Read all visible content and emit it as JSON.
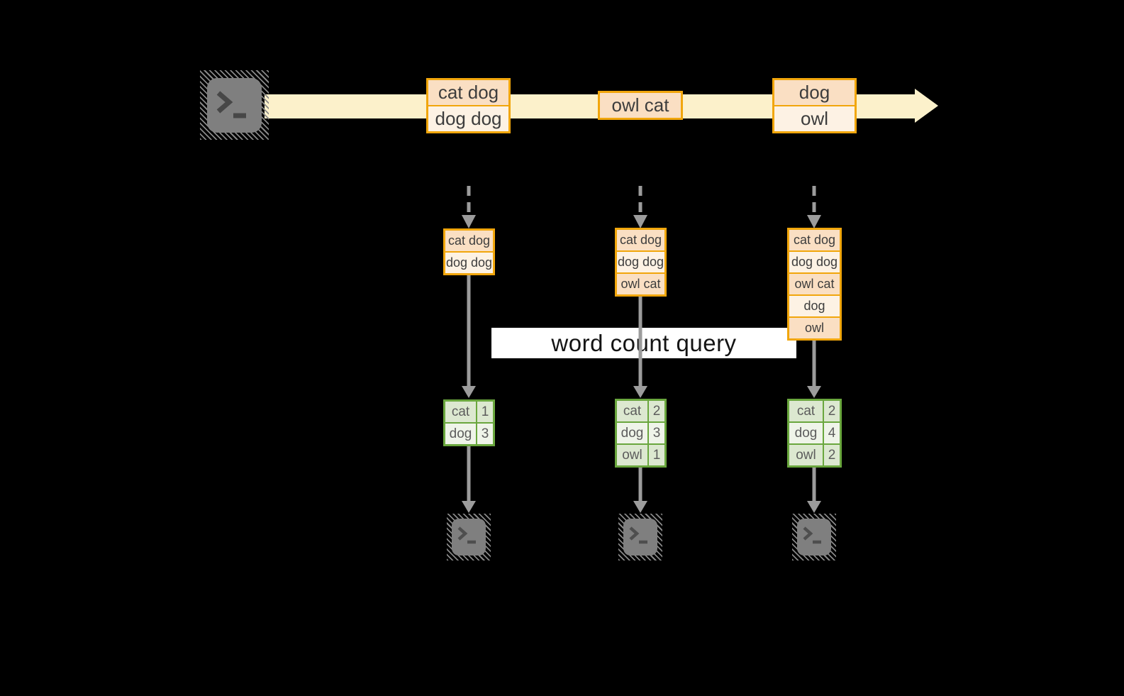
{
  "stream": {
    "events": [
      {
        "cells": [
          "cat dog",
          "dog dog"
        ]
      },
      {
        "cells": [
          "owl cat"
        ]
      },
      {
        "cells": [
          "dog",
          "owl"
        ]
      }
    ]
  },
  "query": {
    "label": "word count query"
  },
  "columns": [
    {
      "stack": [
        "cat dog",
        "dog dog"
      ],
      "counts": [
        {
          "word": "cat",
          "value": "1"
        },
        {
          "word": "dog",
          "value": "3"
        }
      ]
    },
    {
      "stack": [
        "cat dog",
        "dog dog",
        "owl cat"
      ],
      "counts": [
        {
          "word": "cat",
          "value": "2"
        },
        {
          "word": "dog",
          "value": "3"
        },
        {
          "word": "owl",
          "value": "1"
        }
      ]
    },
    {
      "stack": [
        "cat dog",
        "dog dog",
        "owl cat",
        "dog",
        "owl"
      ],
      "counts": [
        {
          "word": "cat",
          "value": "2"
        },
        {
          "word": "dog",
          "value": "4"
        },
        {
          "word": "owl",
          "value": "2"
        }
      ]
    }
  ],
  "colors": {
    "background": "#000000",
    "stream_band": "#fcf1cb",
    "event_border": "#f1a60c",
    "event_fill_dark": "#fadfc3",
    "event_fill_light": "#fdf2e4",
    "table_border": "#6aa73e",
    "table_fill_dark": "#dce8d0",
    "table_fill_light": "#eff4e9",
    "arrow_gray": "#9c9c9c",
    "terminal_gray": "#7f7f7f",
    "query_band_bg": "#ffffff"
  }
}
